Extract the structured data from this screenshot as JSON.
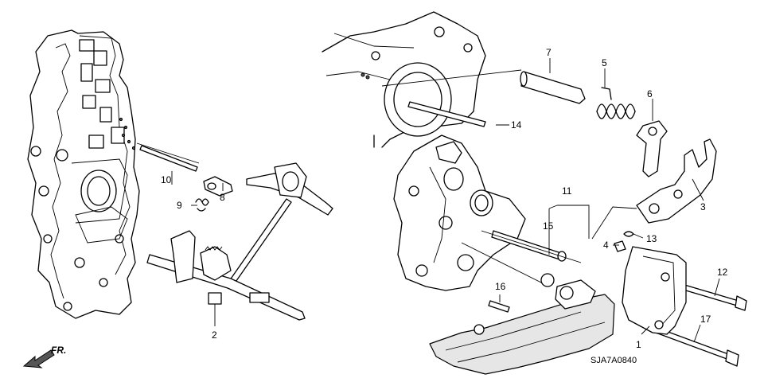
{
  "diagram": {
    "callouts": [
      "1",
      "2",
      "3",
      "4",
      "5",
      "6",
      "7",
      "8",
      "9",
      "10",
      "11",
      "12",
      "13",
      "14",
      "15",
      "16",
      "17"
    ],
    "orientation_label": "FR.",
    "drawing_code": "SJA7A0840"
  }
}
